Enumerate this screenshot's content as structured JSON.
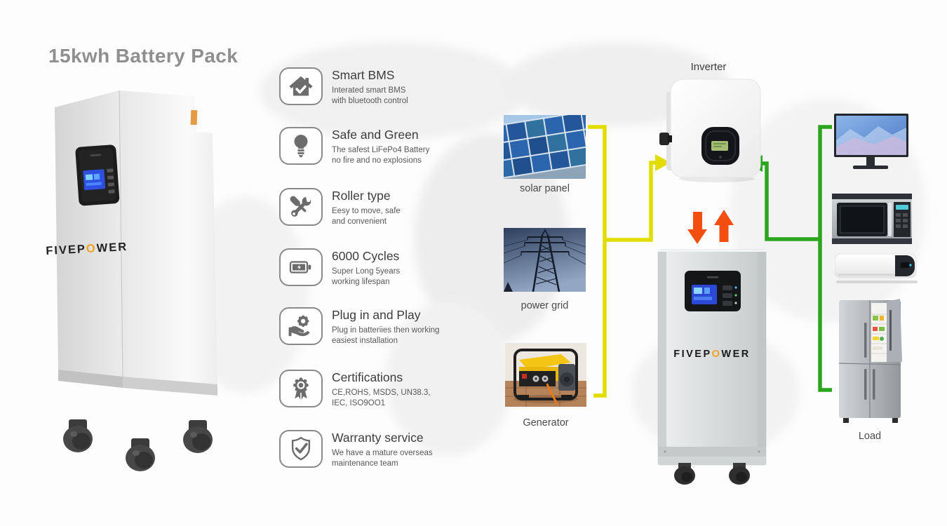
{
  "header": {
    "title": "15kwh Battery Pack"
  },
  "features": [
    {
      "icon": "house-check-icon",
      "title": "Smart BMS",
      "desc1": "Interated smart BMS",
      "desc2": "with bluetooth control"
    },
    {
      "icon": "bulb-icon",
      "title": "Safe and Green",
      "desc1": "The safest LiFePo4 Battery",
      "desc2": "no fire and no explosions"
    },
    {
      "icon": "tools-icon",
      "title": "Roller type",
      "desc1": "Eesy to move, safe",
      "desc2": "and convenient"
    },
    {
      "icon": "battery-icon",
      "title": "6000 Cycles",
      "desc1": "Super Long 5years",
      "desc2": "working lifespan"
    },
    {
      "icon": "hand-gear-icon",
      "title": "Plug in and Play",
      "desc1": "Plug in batteriies then working",
      "desc2": "easiest installation"
    },
    {
      "icon": "medal-icon",
      "title": "Certifications",
      "desc1": "CE,ROHS, MSDS, UN38.3,",
      "desc2": "IEC, ISO9OO1"
    },
    {
      "icon": "shield-check-icon",
      "title": "Warranty service",
      "desc1": "We have a mature overseas",
      "desc2": "maintenance team"
    }
  ],
  "product": {
    "brand_prefix": "FIVEP",
    "brand_o": "O",
    "brand_suffix": "WER"
  },
  "diagram": {
    "inverter_label": "Inverter",
    "solar_label": "solar panel",
    "grid_label": "power grid",
    "generator_label": "Generator",
    "load_label": "Load"
  },
  "colors": {
    "source_line": "#e2dc00",
    "load_line": "#2ba51d",
    "charge_arrow": "#f14e10",
    "brand_o": "#f0a224"
  }
}
